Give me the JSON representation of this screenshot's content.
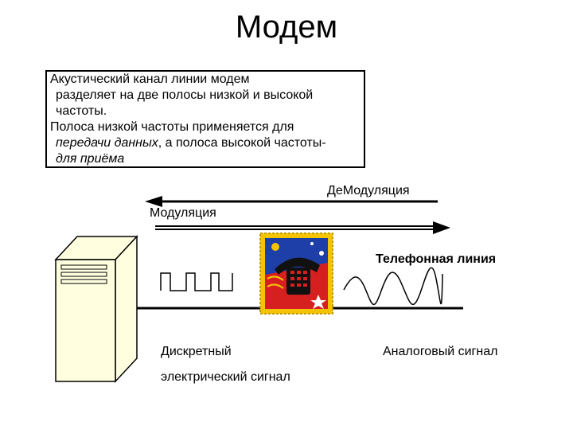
{
  "slide": {
    "title": "Модем"
  },
  "textbox": {
    "p1_line1": "Акустический канал линии модем",
    "p1_line2": "разделяет на две полосы низкой и высокой",
    "p1_line3": "частоты.",
    "p2_line1": "Полоса низкой частоты применяется для",
    "p2_line2_italic": "передачи данных",
    "p2_line2_rest": ", а полоса высокой частоты-",
    "p2_line3_italic": "для приёма"
  },
  "labels": {
    "demodulation": "ДеМодуляция",
    "modulation": "Модуляция",
    "phone_line": "Телефонная линия",
    "discrete_line1": "Дискретный",
    "discrete_line2": "электрический сигнал",
    "analog": "Аналоговый сигнал"
  },
  "colors": {
    "stamp_red": "#d62020",
    "stamp_blue": "#1f3fa8",
    "stamp_yellow": "#f4c400",
    "server_fill": "#ffffe0"
  }
}
